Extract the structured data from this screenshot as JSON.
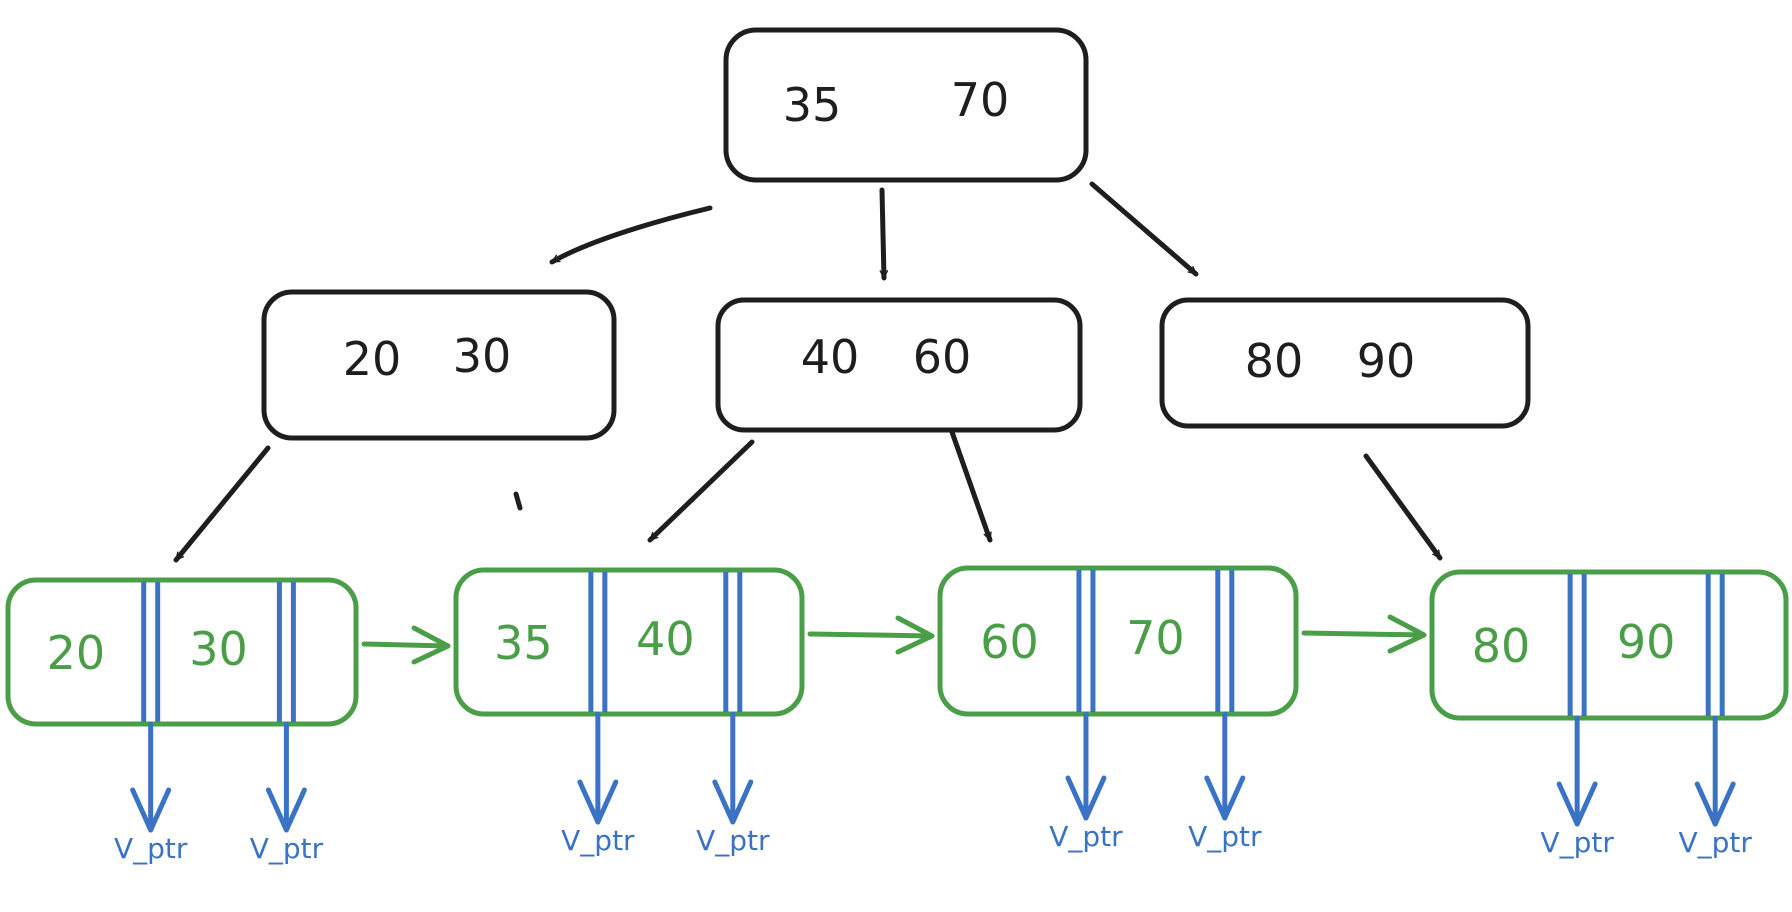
{
  "root": {
    "keys": [
      "35",
      "70"
    ]
  },
  "internal": [
    {
      "keys": [
        "20",
        "30"
      ]
    },
    {
      "keys": [
        "40",
        "60"
      ]
    },
    {
      "keys": [
        "80",
        "90"
      ]
    }
  ],
  "leaves": [
    {
      "keys": [
        "20",
        "30"
      ],
      "pointers": [
        "V_ptr",
        "V_ptr"
      ]
    },
    {
      "keys": [
        "35",
        "40"
      ],
      "pointers": [
        "V_ptr",
        "V_ptr"
      ]
    },
    {
      "keys": [
        "60",
        "70"
      ],
      "pointers": [
        "V_ptr",
        "V_ptr"
      ]
    },
    {
      "keys": [
        "80",
        "90"
      ],
      "pointers": [
        "V_ptr",
        "V_ptr"
      ]
    }
  ],
  "colors": {
    "internal_node": "#1e1e1e",
    "leaf_node": "#4a9e48",
    "value_pointer": "#3a72c4"
  }
}
